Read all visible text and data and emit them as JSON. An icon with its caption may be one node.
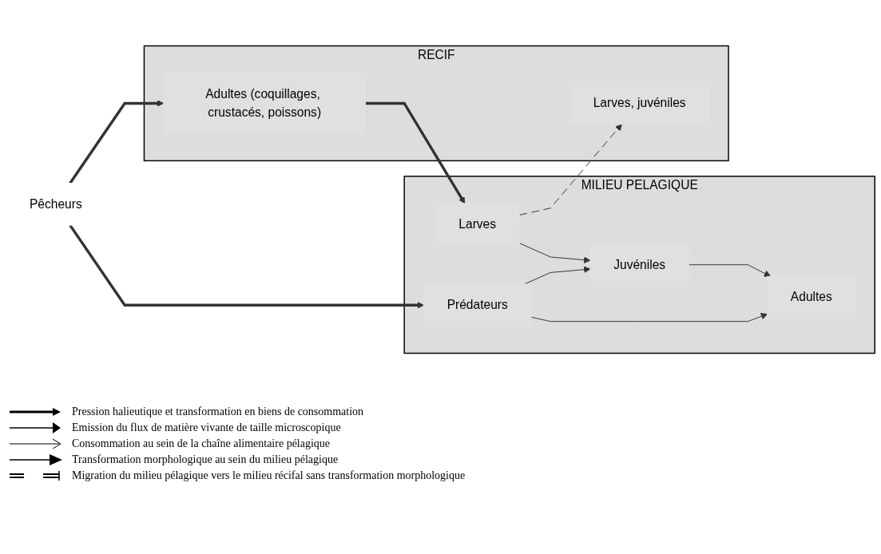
{
  "diagram": {
    "nodes": [
      {
        "text": [
          "RECIF"
        ]
      },
      {
        "text": [
          "Adultes (coquillages, crustacés, poissons)"
        ],
        "in": 0
      },
      {
        "text": [
          "Larves, juvéniles"
        ],
        "in": 0
      },
      {
        "text": [
          "MILIEU PELAGIQUE"
        ]
      },
      {
        "text": [
          "Larves"
        ],
        "in": 3
      },
      {
        "text": [
          "Juvéniles"
        ],
        "in": 3
      },
      {
        "text": [
          "Prédateurs"
        ],
        "in": 3
      },
      {
        "text": [
          "Adultes"
        ],
        "in": 3
      },
      {
        "text": [
          "Pêcheurs"
        ]
      }
    ],
    "edges": [
      {
        "from": 1,
        "to": 4,
        "arrow": "to",
        "style": "thick"
      },
      {
        "from": 4,
        "to": 2,
        "arrow": "to",
        "style": "dashed"
      },
      {
        "from": 4,
        "to": 5,
        "arrow": "to"
      },
      {
        "from": 5,
        "to": 7,
        "arrow": "to"
      },
      {
        "from": 6,
        "to": 5,
        "arrow": "to"
      },
      {
        "from": 6,
        "to": 7,
        "arrow": "to"
      },
      {
        "from": 8,
        "to": 1,
        "arrow": "to",
        "style": "thick"
      },
      {
        "from": 8,
        "to": 6,
        "arrow": "to",
        "style": "thick"
      }
    ],
    "legend": [
      {
        "text": "Pression halieutique et transformation en biens de consommation"
      },
      {
        "text": "Emission du flux de matière vivante de taille microscopique"
      },
      {
        "text": "Consommation au sein de la chaîne alimentaire pélagique"
      },
      {
        "text": "Transformation morphologique au sein du milieu pélagique"
      },
      {
        "text": "Migration du milieu pélagique vers le milieu récifal sans transformation morphologique"
      }
    ]
  }
}
